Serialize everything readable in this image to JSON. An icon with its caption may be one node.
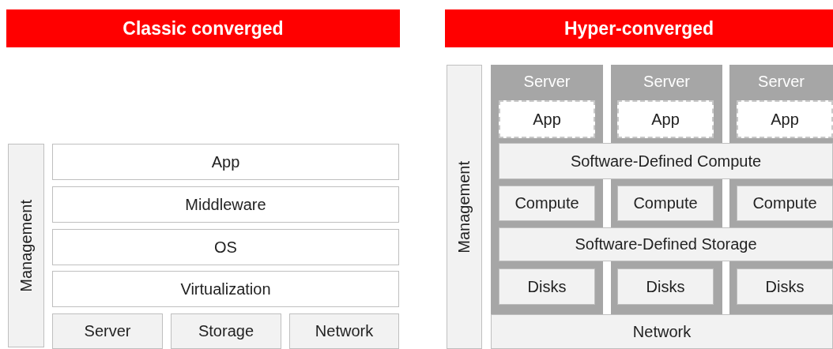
{
  "diagram": {
    "nodes": [
      {
        "text": [
          "Classic converged"
        ]
      },
      {
        "text": [
          "Management"
        ]
      },
      {
        "text": [
          "App"
        ]
      },
      {
        "text": [
          "Middleware"
        ]
      },
      {
        "text": [
          "OS"
        ]
      },
      {
        "text": [
          "Virtualization"
        ]
      },
      {
        "text": [
          "Server"
        ]
      },
      {
        "text": [
          "Storage"
        ]
      },
      {
        "text": [
          "Network"
        ]
      },
      {
        "text": [
          "Hyper-converged"
        ]
      },
      {
        "text": [
          "Management"
        ]
      },
      {
        "text": [
          "Server"
        ]
      },
      {
        "text": [
          "App"
        ],
        "in": 11
      },
      {
        "text": [
          "Server"
        ]
      },
      {
        "text": [
          "App"
        ],
        "in": 13
      },
      {
        "text": [
          "Server"
        ]
      },
      {
        "text": [
          "App"
        ],
        "in": 15
      },
      {
        "text": [
          "Software-Defined Compute"
        ]
      },
      {
        "text": [
          "Compute"
        ],
        "in": 11
      },
      {
        "text": [
          "Compute"
        ],
        "in": 13
      },
      {
        "text": [
          "Compute"
        ],
        "in": 15
      },
      {
        "text": [
          "Software-Defined Storage"
        ]
      },
      {
        "text": [
          "Disks"
        ],
        "in": 11
      },
      {
        "text": [
          "Disks"
        ],
        "in": 13
      },
      {
        "text": [
          "Disks"
        ],
        "in": 15
      },
      {
        "text": [
          "Network"
        ]
      }
    ],
    "edges": []
  }
}
